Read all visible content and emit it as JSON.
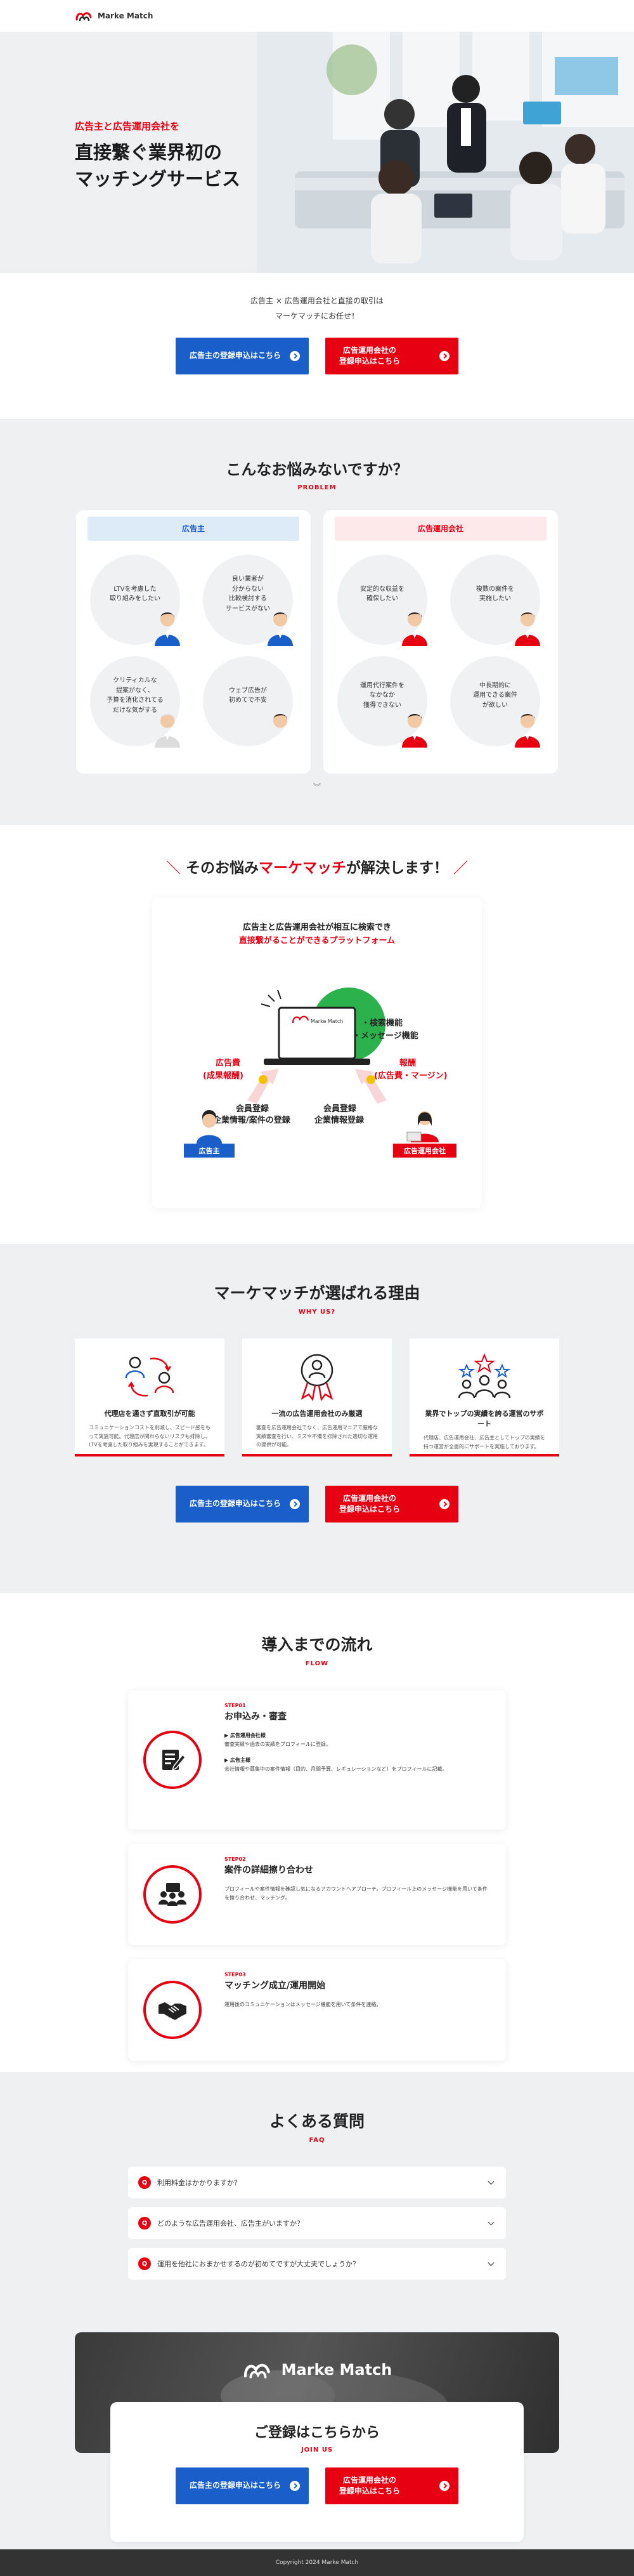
{
  "header": {
    "logo_text": "Marke Match"
  },
  "hero": {
    "catch": "広告主と広告運用会社を",
    "title_line1": "直接繋ぐ業界初の",
    "title_line2": "マッチングサービス"
  },
  "intro": {
    "line1": "広告主 × 広告運用会社と直接の取引は",
    "line2": "マーケマッチにお任せ！"
  },
  "buttons": {
    "advertiser": "広告主の登録申込はこちら",
    "operator_line1": "広告運用会社の",
    "operator_line2": "登録申込はこちら"
  },
  "worries": {
    "title": "こんなお悩みないですか？",
    "subtitle": "PROBLEM",
    "advertiser_label": "広告主",
    "operator_label": "広告運用会社",
    "advertiser_items": [
      "LTVを考慮した\n取り組みをしたい",
      "良い業者が\n分からない\n比較検討する\nサービスがない",
      "クリティカルな\n提案がなく、\n予算を消化されてる\nだけな気がする",
      "ウェブ広告が\n初めてで不安"
    ],
    "operator_items": [
      "安定的な収益を\n確保したい",
      "複数の案件を\n実施したい",
      "運用代行案件を\nなかなか\n獲得できない",
      "中長期的に\n運用できる案件\nが欲しい"
    ]
  },
  "solution": {
    "title_pre": "そのお悩み",
    "title_brand": "マーケマッチ",
    "title_post": "が解決します！",
    "lead1": "広告主と広告運用会社が相互に検索でき",
    "lead2": "直接繋がることができるプラットフォーム",
    "laptop_logo": "Marke Match",
    "feature1": "・検索機能",
    "feature2": "・メッセージ機能",
    "left_fee1": "広告費",
    "left_fee2": "(成果報酬)",
    "right_fee1": "報酬",
    "right_fee2": "(広告費・マージン)",
    "left_reg1": "会員登録",
    "left_reg2": "企業情報/案件の登録",
    "right_reg1": "会員登録",
    "right_reg2": "企業情報登録",
    "left_role": "広告主",
    "right_role": "広告運用会社"
  },
  "reasons": {
    "title": "マーケマッチが選ばれる理由",
    "subtitle": "WHY US?",
    "items": [
      {
        "name": "代理店を通さず直取引が可能",
        "text": "コミュニケーションコストを削減し、スピード感をもって実施可能。代理店が関わらないリスクも排除し、LTVを考慮した取り組みを実現することができます。"
      },
      {
        "name": "一流の広告運用会社のみ厳選",
        "text": "審査を広告運用会社でなく、広告運用マニアで厳格な実績審査を行い、ミスや不備を排除された適切な運用の提供が可能。"
      },
      {
        "name": "業界でトップの実績を誇る運営のサポート",
        "text": "代理店、広告運用会社、広告主としてトップの実績を持つ運営が全面的にサポートを実施しております。"
      }
    ]
  },
  "flow": {
    "title": "導入までの流れ",
    "subtitle": "FLOW",
    "steps": [
      {
        "step": "STEP01",
        "name": "お申込み・審査",
        "sub1_title": "▶ 広告運用会社様",
        "sub1_text": "審査実績や過去の実績をプロフィールに登録。",
        "sub2_title": "▶ 広告主様",
        "sub2_text": "会社情報や募集中の案件情報（目的、月間予算、レギュレーションなど）をプロフィールに記載。"
      },
      {
        "step": "STEP02",
        "name": "案件の詳細擦り合わせ",
        "text": "プロフィールや案件情報を確認し気になるアカウントへアプローチ。プロフィール上のメッセージ機能を用いて条件を擦り合わせ、マッチング。"
      },
      {
        "step": "STEP03",
        "name": "マッチング成立/運用開始",
        "text": "運用後のコミュニケーションはメッセージ機能を用いて条件を連絡。"
      }
    ]
  },
  "faq": {
    "title": "よくある質問",
    "subtitle": "FAQ",
    "q_mark": "Q",
    "items": [
      "利用料金はかかりますか？",
      "どのような広告運用会社、広告主がいますか？",
      "運用を他社におまかせするのが初めてですが大丈夫でしょうか？"
    ]
  },
  "join": {
    "logo_text": "Marke Match",
    "title": "ご登録はこちらから",
    "subtitle": "JOIN US"
  },
  "footer": {
    "copyright": "Copyright 2024 Marke Match"
  },
  "colors": {
    "brand_red": "#e60012",
    "brand_blue": "#1a5ec9",
    "bg_gray": "#eef0f2"
  }
}
